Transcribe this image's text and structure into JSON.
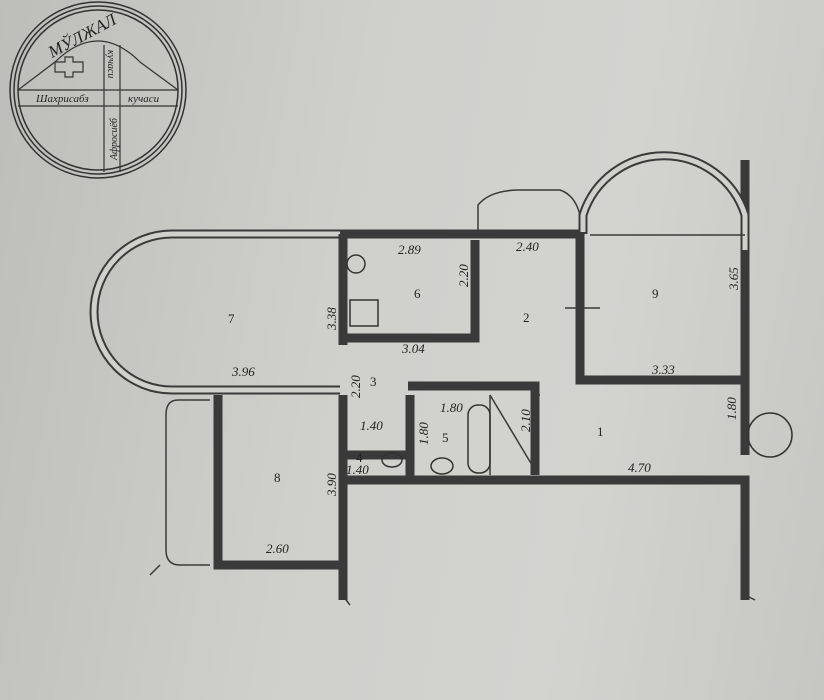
{
  "logo": {
    "title": "МЎЛЖАЛ",
    "street_horizontal_left": "Шахрисабз",
    "street_horizontal_right": "кучаси",
    "street_vertical_top": "кучаси",
    "street_vertical_bottom": "Афросиёб"
  },
  "rooms": [
    {
      "number": "1"
    },
    {
      "number": "2"
    },
    {
      "number": "3"
    },
    {
      "number": "4"
    },
    {
      "number": "5"
    },
    {
      "number": "6"
    },
    {
      "number": "7"
    },
    {
      "number": "8"
    },
    {
      "number": "9"
    }
  ],
  "dimensions": {
    "room1_width": "4.70",
    "room1_height": "1.80",
    "room2_top": "2.40",
    "room5_right": "2.10",
    "room3_width": "1.40",
    "room3_height": "2.20",
    "room4_width": "1.40",
    "room5_width": "1.80",
    "room5_height": "1.80",
    "room6_width": "2.89",
    "room6_height": "2.20",
    "room6_bottom": "3.04",
    "room7_width": "3.96",
    "room7_height": "3.38",
    "room8_width": "2.60",
    "room8_height": "3.90",
    "room9_width": "3.33",
    "room9_height": "3.65"
  }
}
